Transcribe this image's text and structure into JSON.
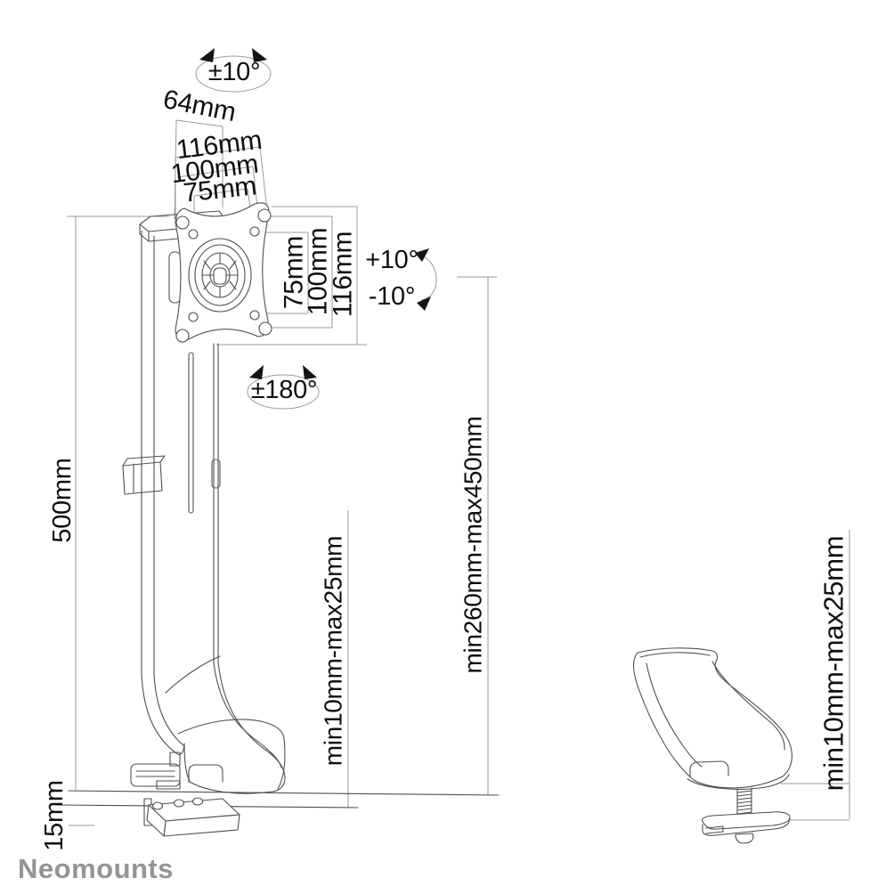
{
  "brand": "Neomounts",
  "rotation": {
    "swivel": "±10°",
    "pivot": "±180°",
    "tilt_up": "+10°",
    "tilt_down": "-10°"
  },
  "vesa": {
    "depth": "64mm",
    "width_116": "116mm",
    "width_100": "100mm",
    "width_75": "75mm",
    "height_75": "75mm",
    "height_100": "100mm",
    "height_116": "116mm"
  },
  "column": {
    "height": "500mm",
    "height_adjustment": "min260mm-max450mm",
    "below_desk_offset": "15mm"
  },
  "desk_clamp": {
    "thickness_range": "min10mm-max25mm"
  },
  "grommet_mount": {
    "thickness_range": "min10mm-max25mm"
  }
}
